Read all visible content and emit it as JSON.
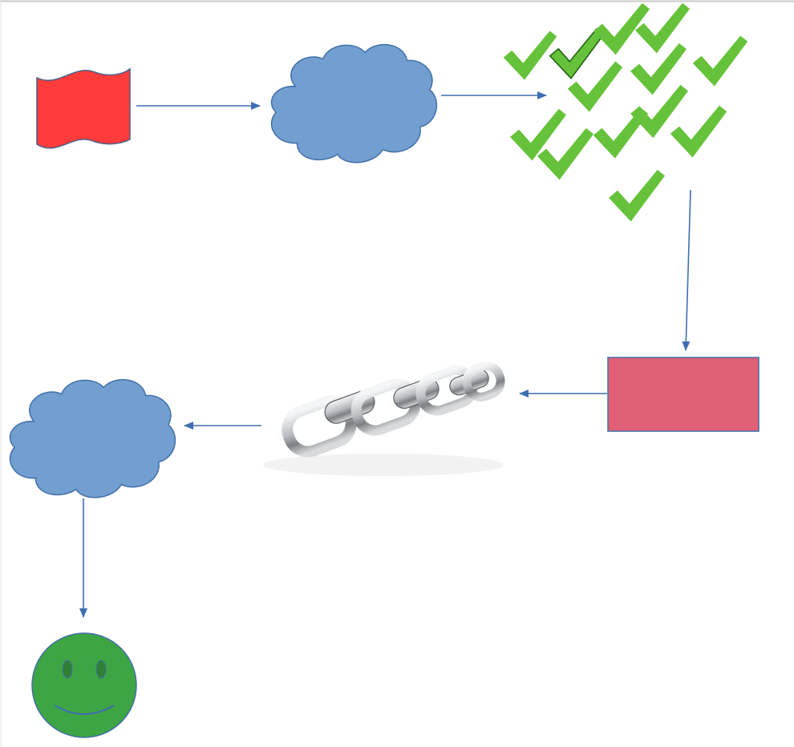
{
  "diagram": {
    "shapes": [
      {
        "name": "flag-icon",
        "kind": "flag",
        "color": "#ff3b3b"
      },
      {
        "name": "cloud-shape-top",
        "kind": "cloud",
        "color": "#729fd0"
      },
      {
        "name": "checkmark-cluster",
        "kind": "checkmarks",
        "color": "#66c23a"
      },
      {
        "name": "pink-rectangle",
        "kind": "rectangle",
        "color": "#e06075"
      },
      {
        "name": "chain-icon",
        "kind": "chain",
        "color": "#a8acb0"
      },
      {
        "name": "cloud-shape-bottom",
        "kind": "cloud",
        "color": "#729fd0"
      },
      {
        "name": "smiley-face-icon",
        "kind": "smiley",
        "color": "#3da543"
      }
    ],
    "connectors": [
      {
        "name": "arrow-flag-to-cloud",
        "from": "flag-icon",
        "to": "cloud-shape-top"
      },
      {
        "name": "arrow-cloud-to-checkmarks",
        "from": "cloud-shape-top",
        "to": "checkmark-cluster"
      },
      {
        "name": "arrow-checkmarks-to-rectangle",
        "from": "checkmark-cluster",
        "to": "pink-rectangle"
      },
      {
        "name": "arrow-rectangle-to-chain",
        "from": "pink-rectangle",
        "to": "chain-icon"
      },
      {
        "name": "arrow-chain-to-cloud",
        "from": "chain-icon",
        "to": "cloud-shape-bottom"
      },
      {
        "name": "arrow-cloud-to-smiley",
        "from": "cloud-shape-bottom",
        "to": "smiley-face-icon"
      }
    ],
    "colors": {
      "arrow": "#3e6eb1",
      "outline": "#4270a8",
      "check_shadow": "#2c6a1c",
      "chain_light": "#e8eaec",
      "chain_dark": "#6f7377"
    }
  }
}
